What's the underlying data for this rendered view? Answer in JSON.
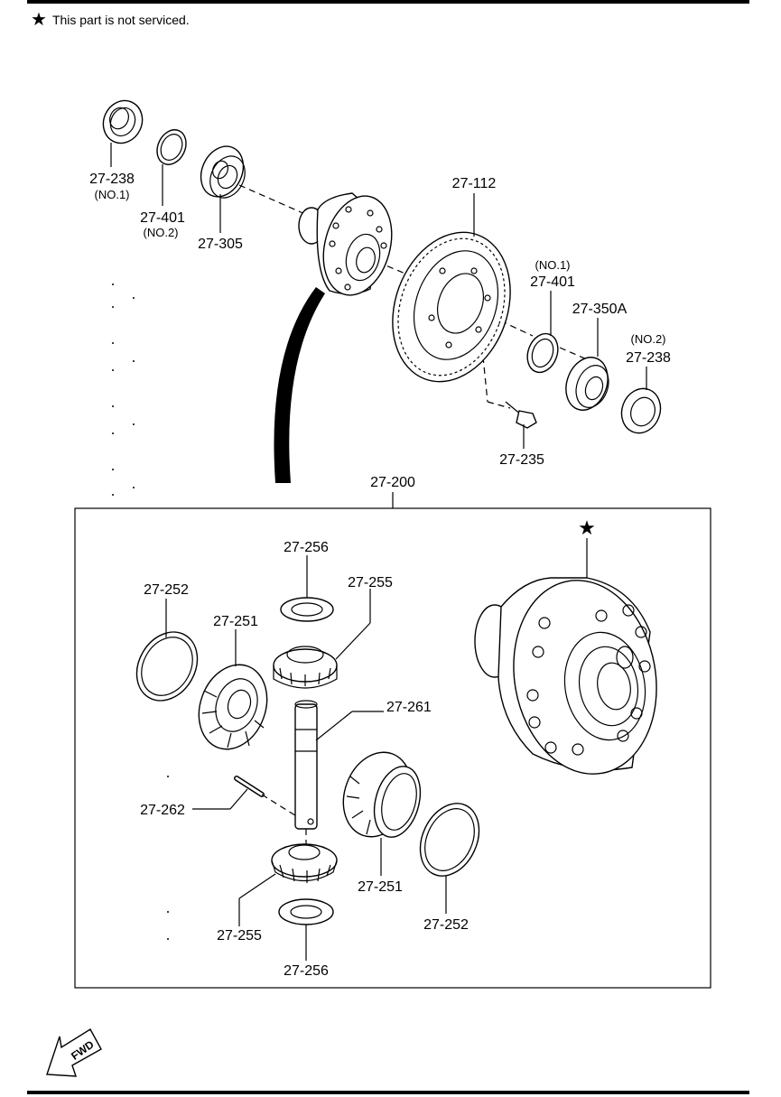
{
  "note": {
    "star": "★",
    "text": "This part is not serviced."
  },
  "labels": {
    "p27_238_no1": "27-238",
    "p27_238_no1_sub": "(NO.1)",
    "p27_401_no2": "27-401",
    "p27_401_no2_sub": "(NO.2)",
    "p27_305": "27-305",
    "p27_112": "27-112",
    "p27_401_no1_sub": "(NO.1)",
    "p27_401_no1": "27-401",
    "p27_350a": "27-350A",
    "p27_238_no2_sub": "(NO.2)",
    "p27_238_no2": "27-238",
    "p27_235": "27-235",
    "p27_200": "27-200",
    "p27_256_top": "27-256",
    "p27_255_top": "27-255",
    "p27_252_left": "27-252",
    "p27_251_left": "27-251",
    "p27_261": "27-261",
    "p27_262": "27-262",
    "p27_251_right": "27-251",
    "p27_252_right": "27-252",
    "p27_255_bottom": "27-255",
    "p27_256_bottom": "27-256"
  },
  "case_marker": "★",
  "fwd_label": "FWD",
  "icons": {
    "note_star": "star-icon",
    "fwd_arrow": "fwd-arrow-icon"
  }
}
